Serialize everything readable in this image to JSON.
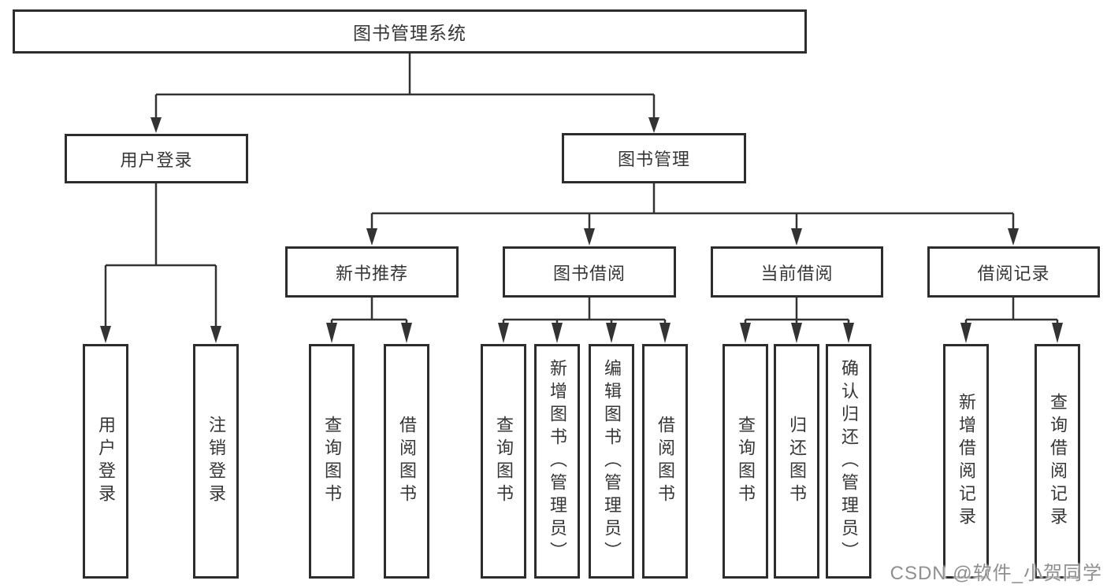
{
  "diagram": {
    "root": "图书管理系统",
    "level2": [
      "用户登录",
      "图书管理"
    ],
    "level3": [
      "新书推荐",
      "图书借阅",
      "当前借阅",
      "借阅记录"
    ],
    "groups": {
      "user_login": [
        "用户登录",
        "注销登录"
      ],
      "new_book_recommend": [
        "查询图书",
        "借阅图书"
      ],
      "book_borrow": [
        "查询图书",
        "新增图书（管理员）",
        "编辑图书（管理员）",
        "借阅图书"
      ],
      "current_borrow": [
        "查询图书",
        "归还图书",
        "确认归还（管理员）"
      ],
      "borrow_record": [
        "新增借阅记录",
        "查询借阅记录"
      ]
    }
  },
  "watermark": "CSDN @软件_小贺同学",
  "colors": {
    "line": "#333333",
    "box_border": "#2d2d2d",
    "text": "#363636",
    "watermark": "#8f8f8f",
    "background": "#ffffff"
  }
}
